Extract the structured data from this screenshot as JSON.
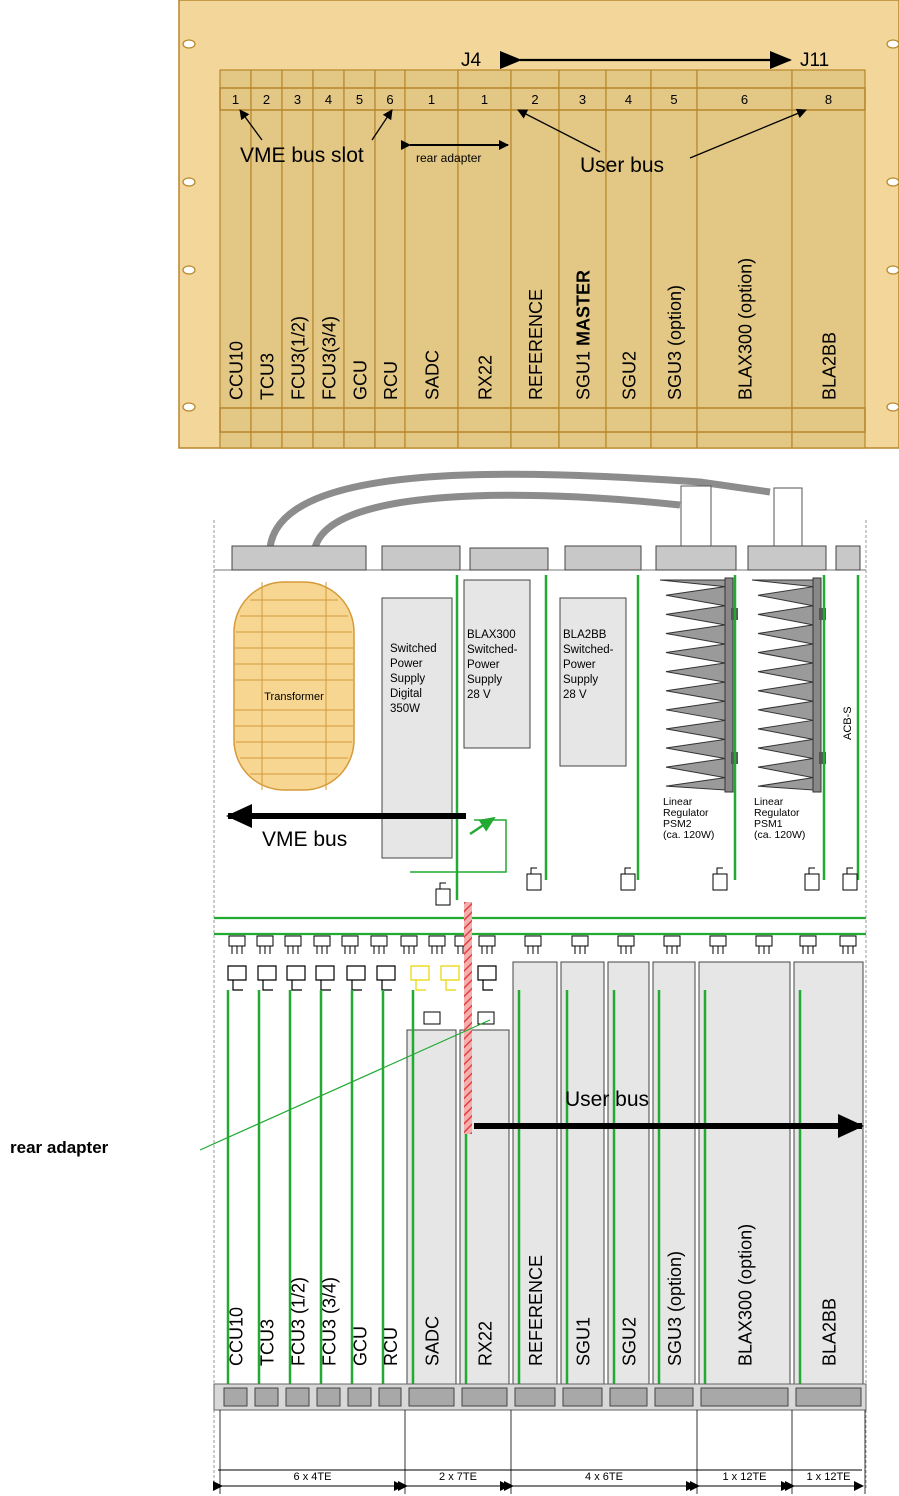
{
  "top_panel": {
    "connector_labels": {
      "left": "J4",
      "right": "J11"
    },
    "slot_numbers": [
      "1",
      "2",
      "3",
      "4",
      "5",
      "6",
      "1",
      "1",
      "2",
      "3",
      "4",
      "5",
      "6",
      "8"
    ],
    "cards": [
      "CCU10",
      "TCU3",
      "FCU3(1/2)",
      "FCU3(3/4)",
      "GCU",
      "RCU",
      "SADC",
      "RX22",
      "REFERENCE",
      "SGU1",
      "SGU2",
      "SGU3 (option)",
      "BLAX300 (option)",
      "BLA2BB"
    ],
    "master_suffix": "MASTER",
    "annotations": {
      "vme_bus_slot": "VME bus slot",
      "rear_adapter": "rear adapter",
      "user_bus": "User bus"
    }
  },
  "bottom_panel": {
    "transformer": "Transformer",
    "power_supplies": [
      {
        "lines": [
          "Switched",
          "Power",
          "Supply",
          "Digital",
          "350W"
        ]
      },
      {
        "lines": [
          "BLAX300",
          "Switched-",
          "Power",
          "Supply",
          "28 V"
        ]
      },
      {
        "lines": [
          "BLA2BB",
          "Switched-",
          "Power",
          "Supply",
          "28 V"
        ]
      }
    ],
    "regulators": [
      {
        "lines": [
          "Linear",
          "Regulator",
          "PSM2",
          "(ca. 120W)"
        ]
      },
      {
        "lines": [
          "Linear",
          "Regulator",
          "PSM1",
          "(ca. 120W)"
        ]
      }
    ],
    "acb_label": "ACB-S",
    "vme_bus": "VME bus",
    "user_bus": "User bus",
    "rear_adapter": "rear adapter",
    "cards": [
      "CCU10",
      "TCU3",
      "FCU3 (1/2)",
      "FCU3 (3/4)",
      "GCU",
      "RCU",
      "SADC",
      "RX22",
      "REFERENCE",
      "SGU1",
      "SGU2",
      "SGU3 (option)",
      "BLAX300 (option)",
      "BLA2BB"
    ],
    "dimensions": [
      "6 x 4TE",
      "2 x 7TE",
      "4 x 6TE",
      "1 x 12TE",
      "1 x 12TE"
    ]
  },
  "colors": {
    "panel": "#f3d79a",
    "panel_border": "#b8862b",
    "slot_fill": "#e2c785",
    "green": "#22aa33",
    "card_gray": "#e6e6e6",
    "connector_gray": "#c8c8c8",
    "cable_gray": "#8c8c8c",
    "red_hatch": "#e04040",
    "transformer": "#f6d690",
    "transformer_line": "#d69a3a"
  }
}
